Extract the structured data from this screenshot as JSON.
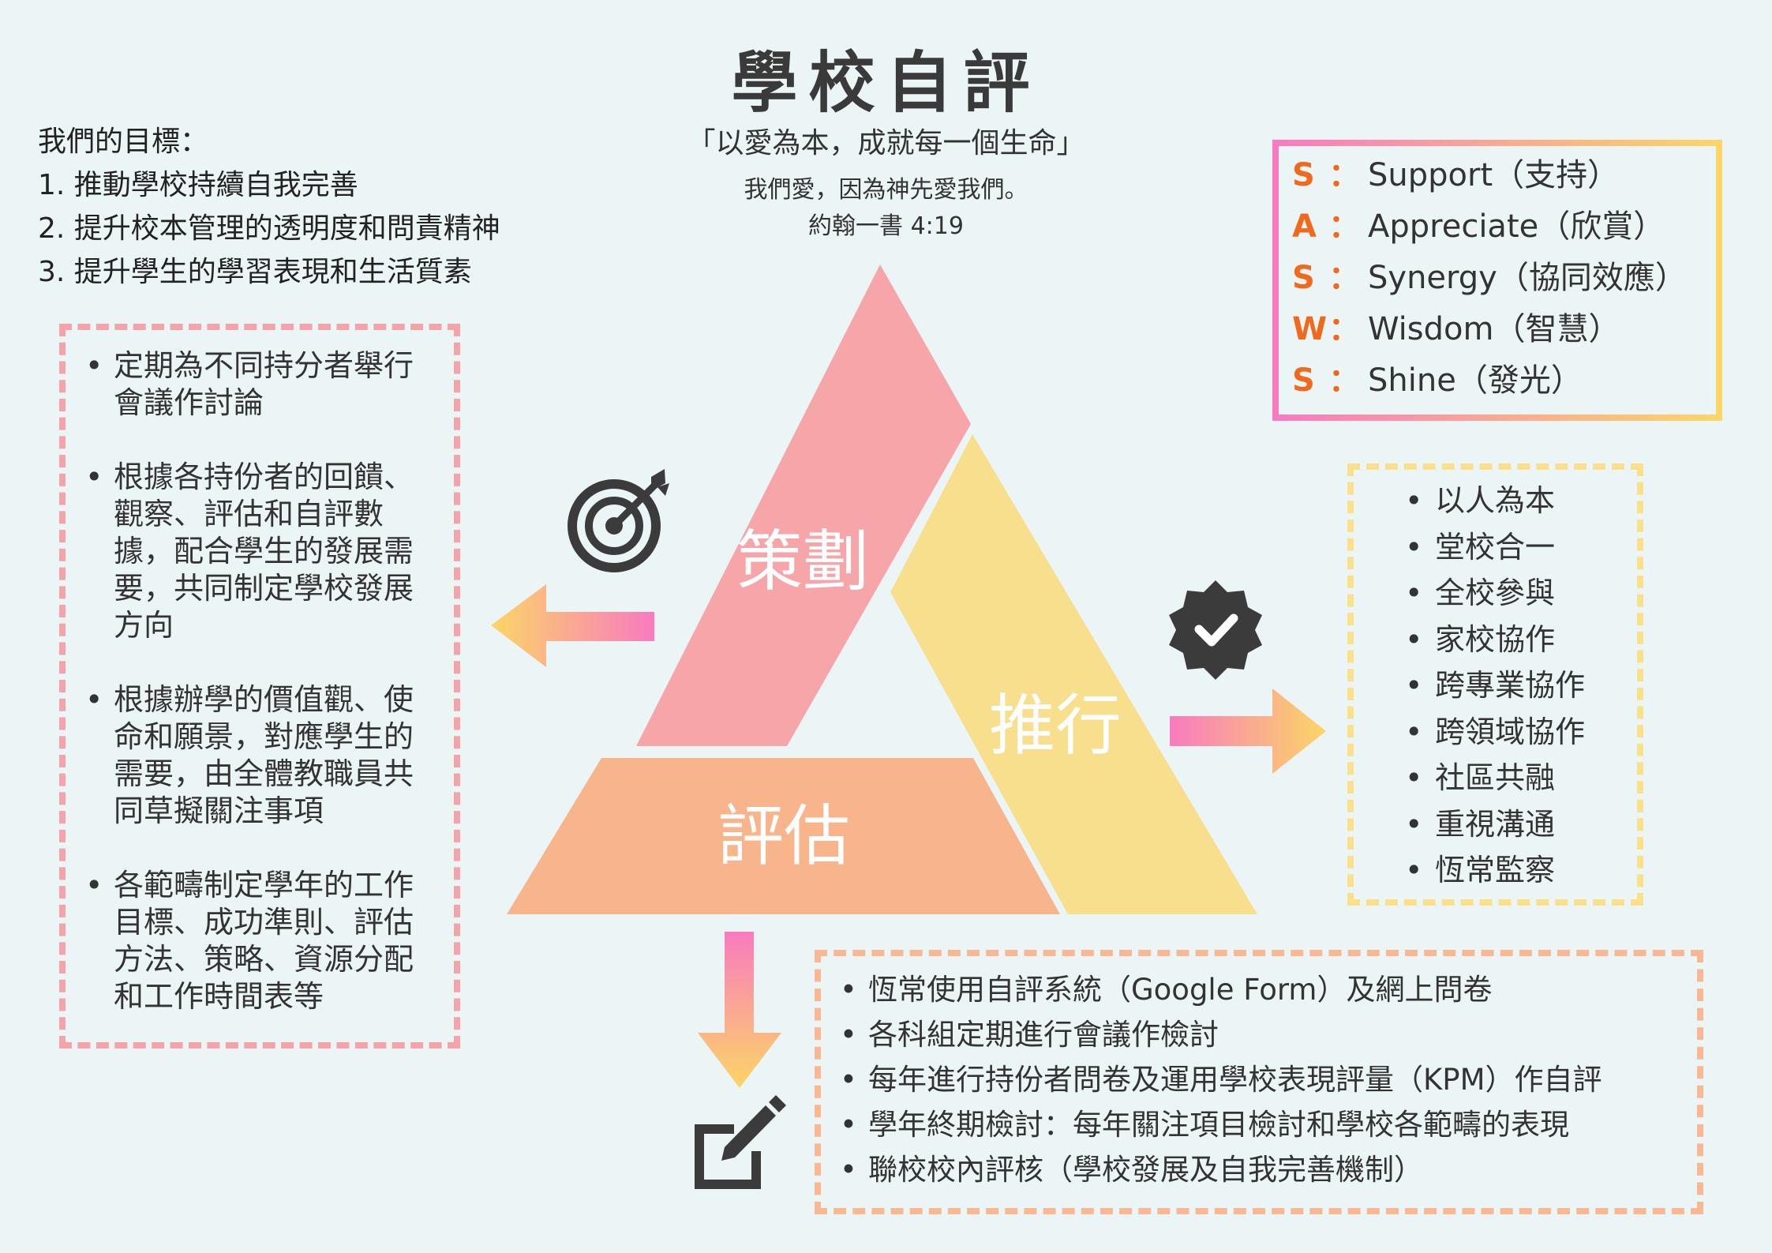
{
  "title": "學校自評",
  "motto": "「以愛為本，成就每一個生命」",
  "verse": [
    "我們愛，因為神先愛我們。",
    "約翰一書 4:19"
  ],
  "goals": {
    "heading": "我們的目標：",
    "items": [
      "1. 推動學校持續自我完善",
      "2. 提升校本管理的透明度和問責精神",
      "3. 提升學生的學習表現和生活質素"
    ]
  },
  "cycle": {
    "plan": "策劃",
    "implement": "推行",
    "evaluate": "評估"
  },
  "plan_items": [
    "定期為不同持分者舉行會議作討論",
    "根據各持份者的回饋、觀察、評估和自評數據，配合學生的發展需要，共同制定學校發展方向",
    "根據辦學的價值觀、使命和願景，對應學生的需要，由全體教職員共同草擬關注事項",
    "各範疇制定學年的工作目標、成功準則、評估方法、策略、資源分配和工作時間表等"
  ],
  "implement_items": [
    "以人為本",
    "堂校合一",
    "全校參與",
    "家校協作",
    "跨專業協作",
    "跨領域協作",
    "社區共融",
    "重視溝通",
    "恆常監察"
  ],
  "evaluate_items": [
    "恆常使用自評系統（Google Form）及網上問卷",
    "各科組定期進行會議作檢討",
    "每年進行持份者問卷及運用學校表現評量（KPM）作自評",
    "學年終期檢討：每年關注項目檢討和學校各範疇的表現",
    "聯校校內評核（學校發展及自我完善機制）"
  ],
  "saws": [
    {
      "letter": "S",
      "colon": "：",
      "word": "Support（支持）"
    },
    {
      "letter": "A",
      "colon": "：",
      "word": "Appreciate（欣賞）"
    },
    {
      "letter": "S",
      "colon": "：",
      "word": "Synergy（協同效應）"
    },
    {
      "letter": "W",
      "colon": "：",
      "word": "Wisdom（智慧）"
    },
    {
      "letter": "S",
      "colon": "：",
      "word": "Shine（發光）"
    }
  ],
  "icons": {
    "plan": "target-icon",
    "implement": "verified-badge-icon",
    "evaluate": "edit-icon"
  },
  "colors": {
    "plan": "#f6a6a8",
    "implement": "#f7df8e",
    "evaluate": "#f8b48a",
    "accent": "#f06a1e"
  }
}
